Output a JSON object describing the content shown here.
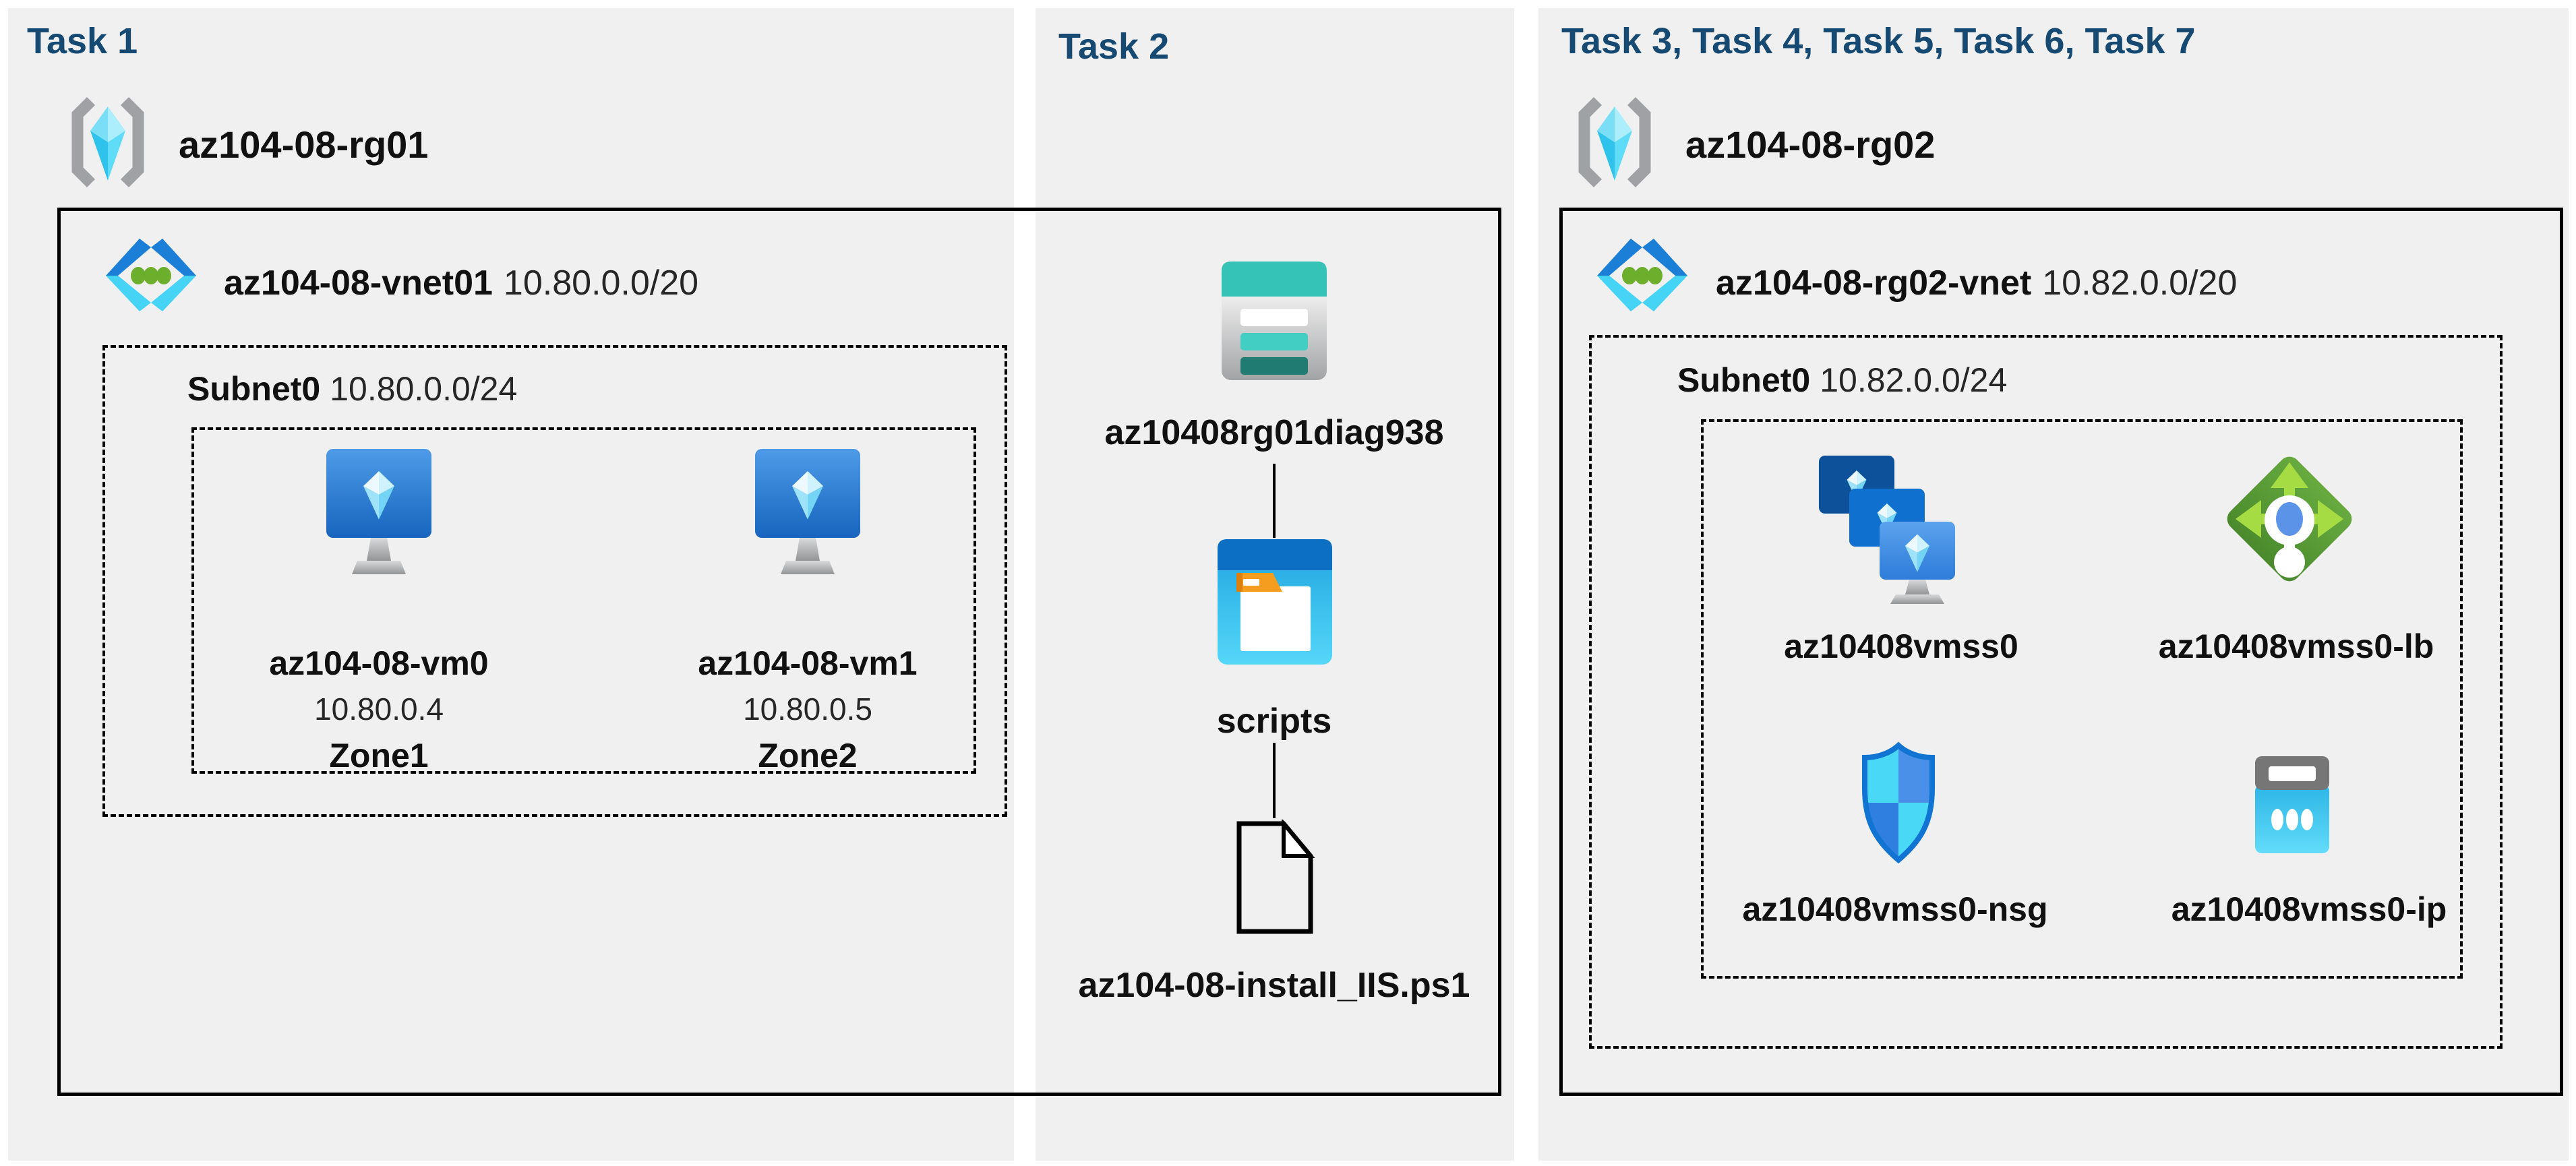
{
  "colors": {
    "header_blue": "#164a72",
    "panel_gray": "#f0f0f1",
    "line_black": "#000000"
  },
  "panels": {
    "task1": {
      "title": "Task 1",
      "resource_group": "az104-08-rg01",
      "vnet": {
        "name": "az104-08-vnet01",
        "cidr": "10.80.0.0/20"
      },
      "subnet": {
        "name": "Subnet0",
        "cidr": "10.80.0.0/24"
      },
      "vms": [
        {
          "name": "az104-08-vm0",
          "ip": "10.80.0.4",
          "zone": "Zone1"
        },
        {
          "name": "az104-08-vm1",
          "ip": "10.80.0.5",
          "zone": "Zone2"
        }
      ]
    },
    "task2": {
      "title": "Task 2",
      "storage_account": "az10408rg01diag938",
      "container": "scripts",
      "script_file": "az104-08-install_IIS.ps1"
    },
    "task3": {
      "title": "Task 3, Task 4, Task 5, Task 6, Task 7",
      "resource_group": "az104-08-rg02",
      "vnet": {
        "name": "az104-08-rg02-vnet",
        "cidr": "10.82.0.0/20"
      },
      "subnet": {
        "name": "Subnet0",
        "cidr": "10.82.0.0/24"
      },
      "resources": [
        {
          "name": "az10408vmss0"
        },
        {
          "name": "az10408vmss0-lb"
        },
        {
          "name": "az10408vmss0-nsg"
        },
        {
          "name": "az10408vmss0-ip"
        }
      ]
    }
  }
}
